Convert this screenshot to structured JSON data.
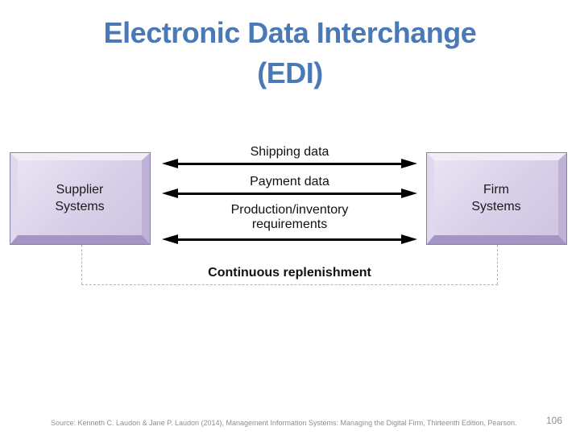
{
  "title": {
    "line1": "Electronic Data Interchange",
    "line2": "(EDI)"
  },
  "diagram": {
    "supplier_label": "Supplier\nSystems",
    "firm_label": "Firm\nSystems",
    "flows": [
      {
        "label": "Shipping data"
      },
      {
        "label": "Payment data"
      },
      {
        "label": "Production/inventory\nrequirements"
      }
    ],
    "bottom_label": "Continuous replenishment"
  },
  "colors": {
    "title_blue": "#4a79b8",
    "box_face": "#d8d0e8",
    "arrow_black": "#000000",
    "dash_gray": "#b3b3b3"
  },
  "footer": {
    "source": "Source: Kenneth C. Laudon & Jane P. Laudon (2014), Management Information Systems: Managing the Digital Firm, Thirteenth Edition, Pearson.",
    "page_number": "106"
  }
}
